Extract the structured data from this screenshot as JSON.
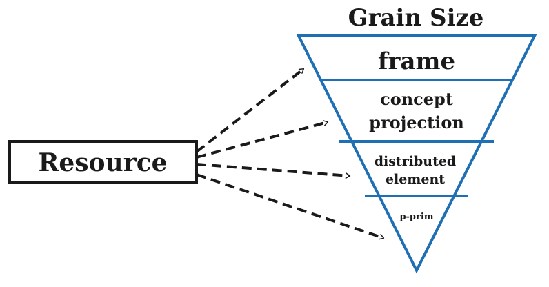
{
  "diagram": {
    "title": "Grain Size",
    "source_label": "Resource",
    "levels": [
      {
        "lines": [
          "frame"
        ]
      },
      {
        "lines": [
          "concept",
          "projection"
        ]
      },
      {
        "lines": [
          "distributed",
          "element"
        ]
      },
      {
        "lines": [
          "p-prim"
        ]
      }
    ],
    "colors": {
      "triangle_stroke": "#1f6fb5",
      "text": "#1a1a1a",
      "arrow": "#1a1a1a",
      "box_stroke": "#1a1a1a"
    }
  }
}
